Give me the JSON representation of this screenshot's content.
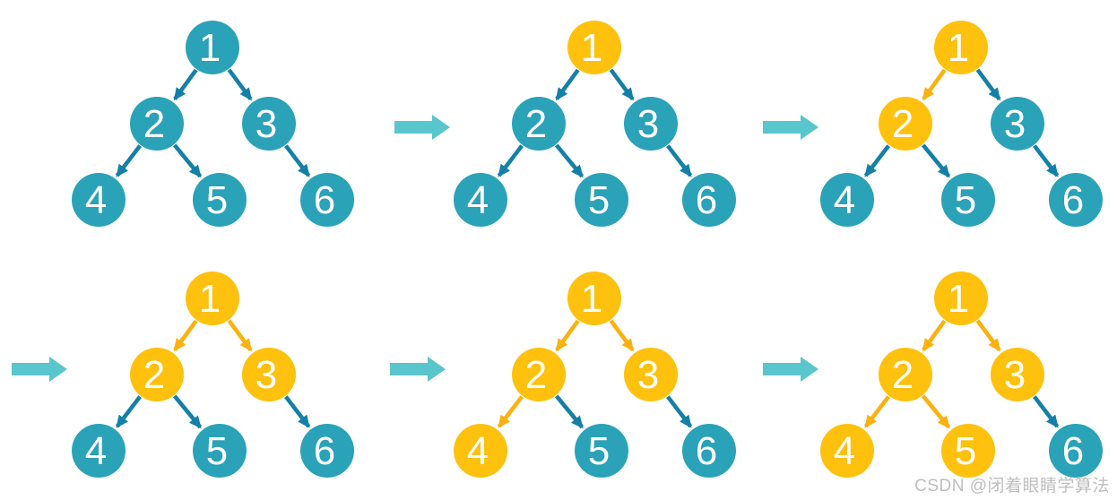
{
  "colors": {
    "node_unvisited": "#2AA2B8",
    "node_visited": "#FEC10E",
    "edge_unvisited": "#1480A8",
    "edge_visited": "#FBB10F",
    "node_label": "#FFFFFF",
    "flow_arrow": "#58C6CC",
    "watermark": "#BEBEBE"
  },
  "tree": {
    "node_labels": [
      "1",
      "2",
      "3",
      "4",
      "5",
      "6"
    ],
    "edges": [
      [
        "1",
        "2"
      ],
      [
        "1",
        "3"
      ],
      [
        "2",
        "4"
      ],
      [
        "2",
        "5"
      ],
      [
        "3",
        "6"
      ]
    ]
  },
  "panels": [
    {
      "id": "state-1",
      "visited_nodes": [],
      "visited_edges": []
    },
    {
      "id": "state-2",
      "visited_nodes": [
        "1"
      ],
      "visited_edges": []
    },
    {
      "id": "state-3",
      "visited_nodes": [
        "1",
        "2"
      ],
      "visited_edges": [
        "1-2"
      ]
    },
    {
      "id": "state-4",
      "visited_nodes": [
        "1",
        "2",
        "3"
      ],
      "visited_edges": [
        "1-2",
        "1-3"
      ]
    },
    {
      "id": "state-5",
      "visited_nodes": [
        "1",
        "2",
        "3",
        "4"
      ],
      "visited_edges": [
        "1-2",
        "1-3",
        "2-4"
      ]
    },
    {
      "id": "state-6",
      "visited_nodes": [
        "1",
        "2",
        "3",
        "4",
        "5"
      ],
      "visited_edges": [
        "1-2",
        "1-3",
        "2-4",
        "2-5"
      ]
    }
  ],
  "watermark": {
    "text": "CSDN @闭着眼睛学算法"
  }
}
